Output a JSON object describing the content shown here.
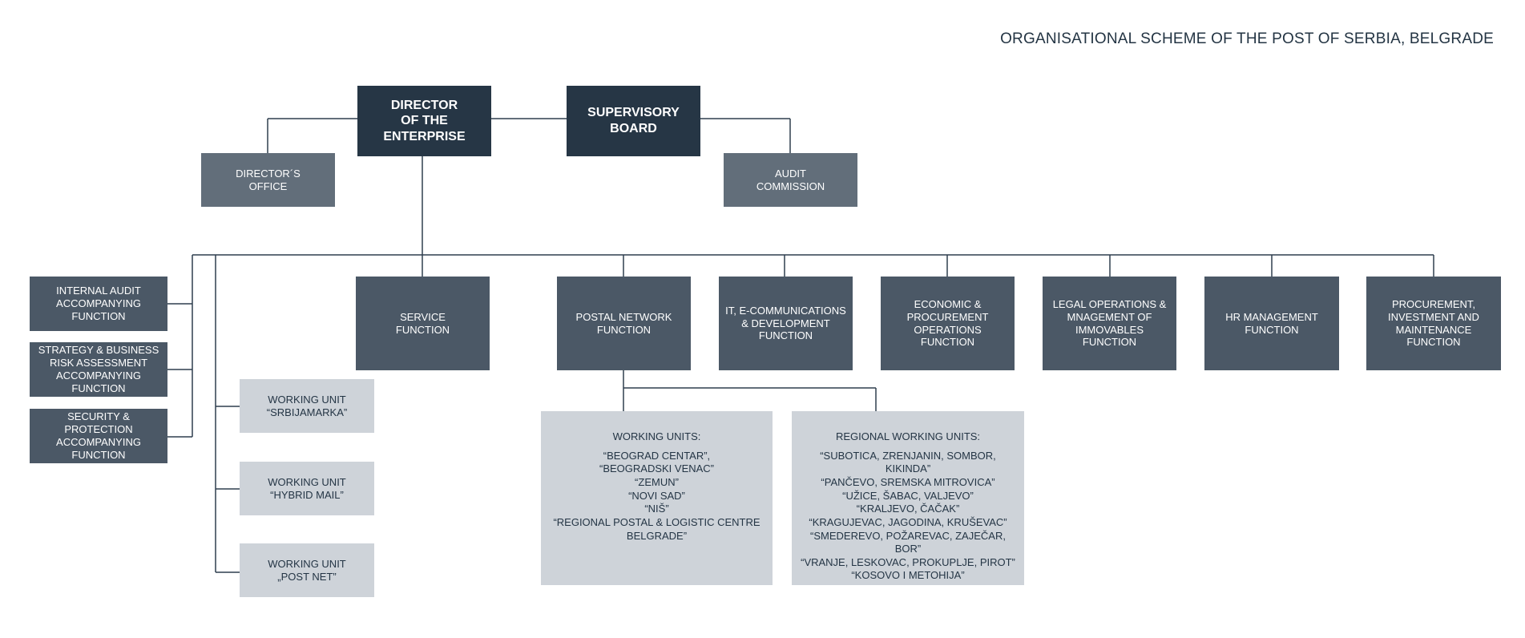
{
  "title": "ORGANISATIONAL SCHEME OF THE POST OF SERBIA, BELGRADE",
  "colors": {
    "top_box": "#263645",
    "office_box": "#626e7a",
    "function_box": "#4b5866",
    "unit_box": "#ced3d9",
    "connector": "#2f3f4e"
  },
  "top": {
    "director": "DIRECTOR\nOF THE\nENTERPRISE",
    "supervisory_board": "SUPERVISORY\nBOARD",
    "directors_office": "DIRECTOR´S\nOFFICE",
    "audit_commission": "AUDIT\nCOMMISSION"
  },
  "accompanying": [
    "INTERNAL AUDIT\nACCOMPANYING\nFUNCTION",
    "STRATEGY & BUSINESS\nRISK ASSESSMENT\nACCOMPANYING\nFUNCTION",
    "SECURITY & PROTECTION\nACCOMPANYING\nFUNCTION"
  ],
  "working_units_left": [
    "WORKING UNIT\n“SRBIJAMARKA”",
    "WORKING UNIT\n“HYBRID MAIL”",
    "WORKING UNIT\n„POST NET”"
  ],
  "functions": [
    "SERVICE\nFUNCTION",
    "POSTAL NETWORK\nFUNCTION",
    "IT, E-COMMUNICATIONS\n& DEVELOPMENT\nFUNCTION",
    "ECONOMIC &\nPROCUREMENT\nOPERATIONS\nFUNCTION",
    "LEGAL OPERATIONS &\nMNAGEMENT OF\nIMMOVABLES\nFUNCTION",
    "HR MANAGEMENT\nFUNCTION",
    "PROCUREMENT,\nINVESTMENT AND\nMAINTENANCE\nFUNCTION"
  ],
  "working_units": {
    "title": "WORKING UNITS:",
    "items": [
      "“BEOGRAD CENTAR”,",
      "“BEOGRADSKI VENAC”",
      "“ZEMUN”",
      "“NOVI SAD”",
      "“NIŠ”",
      "“REGIONAL POSTAL & LOGISTIC CENTRE\nBELGRADE”"
    ]
  },
  "regional_working_units": {
    "title": "REGIONAL WORKING UNITS:",
    "items": [
      "“SUBOTICA, ZRENJANIN, SOMBOR, KIKINDA”",
      "“PANČEVO, SREMSKA MITROVICA”",
      "“UŽICE, ŠABAC, VALJEVO”",
      "“KRALJEVO, ČAČAK”",
      "“KRAGUJEVAC, JAGODINA, KRUŠEVAC”",
      "“SMEDEREVO, POŽAREVAC, ZAJEČAR, BOR”",
      "“VRANJE, LESKOVAC, PROKUPLJE, PIROT”",
      "“KOSOVO I METOHIJA”"
    ]
  }
}
